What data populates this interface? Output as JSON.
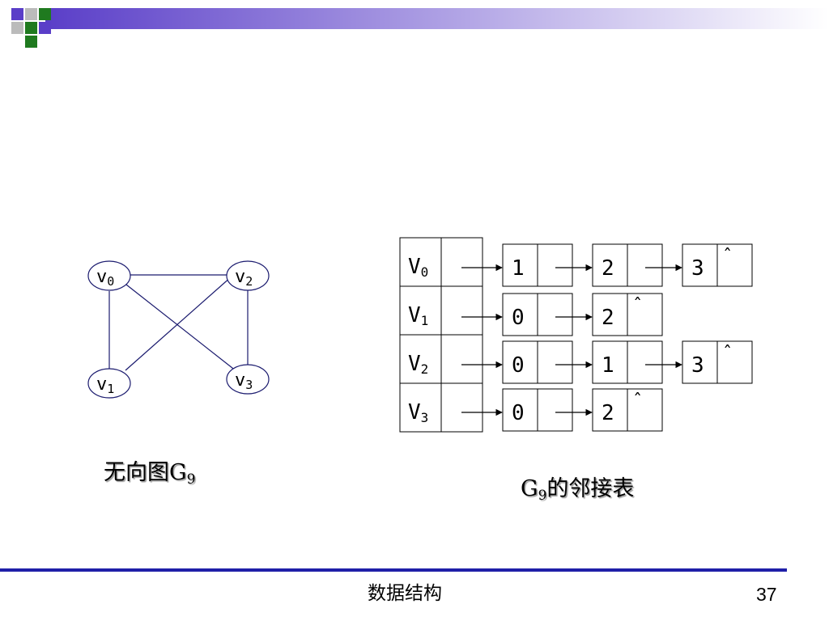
{
  "graph": {
    "vertices": [
      {
        "id": "v0",
        "base": "v",
        "sub": "0"
      },
      {
        "id": "v1",
        "base": "v",
        "sub": "1"
      },
      {
        "id": "v2",
        "base": "v",
        "sub": "2"
      },
      {
        "id": "v3",
        "base": "v",
        "sub": "3"
      }
    ],
    "edges": [
      [
        "v0",
        "v2"
      ],
      [
        "v0",
        "v1"
      ],
      [
        "v0",
        "v3"
      ],
      [
        "v1",
        "v2"
      ],
      [
        "v2",
        "v3"
      ]
    ],
    "caption": {
      "text": "无向图G",
      "sub": "9"
    }
  },
  "adjacency_list": {
    "heads": [
      {
        "base": "V",
        "sub": "0"
      },
      {
        "base": "V",
        "sub": "1"
      },
      {
        "base": "V",
        "sub": "2"
      },
      {
        "base": "V",
        "sub": "3"
      }
    ],
    "lists": [
      [
        "1",
        "2",
        "3"
      ],
      [
        "0",
        "2"
      ],
      [
        "0",
        "1",
        "3"
      ],
      [
        "0",
        "2"
      ]
    ],
    "null_mark": "ˆ",
    "caption": {
      "prefix": "G",
      "sub": "9",
      "text": "的邻接表"
    }
  },
  "footer": {
    "title": "数据结构",
    "page": "37"
  },
  "colors": {
    "accent": "#1f1fa8",
    "logo_purple": "#5a3ec8",
    "logo_green": "#1f7a1f",
    "logo_gray": "#bbbbbb"
  }
}
